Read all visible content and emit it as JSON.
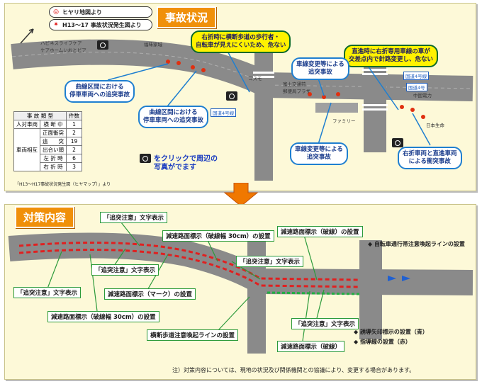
{
  "top": {
    "title": "事故状況",
    "legend": [
      {
        "label": "ヒヤリ地図より",
        "icon": "near-miss-icon"
      },
      {
        "label": "H13～17 事故状況発生図より",
        "icon": "accident-icon"
      }
    ],
    "places": {
      "mall": "ハピネスライフケア\nケアホームいおとピア",
      "shop1": "福味家城",
      "road_label": "国道4号",
      "plaza": "コスモ",
      "fuji": "富士交通前\n郵便局プラザ",
      "family": "ファミリー",
      "mitsubishi": "中国電力",
      "station": "日本生命",
      "sign1": "国道4号線",
      "sign2": "国道4号線",
      "sign3": "国道4号"
    },
    "callouts": [
      "右折時に横断歩道の歩行者・\n自転車が見えにくいため、危ない",
      "直進時に右折専用車線の車が\n交差点内で針路変更し、危ない",
      "曲線区間における\n停車車両への追突事故",
      "車線変更等による\n追突事故",
      "曲線区間における\n停車車両への追突事故",
      "車線変更等による\n追突事故",
      "右折車両と直進車両\nによる衝突事故"
    ],
    "table": {
      "header": [
        "事 故 類 型",
        "件数"
      ],
      "rows": [
        {
          "group": "人対車両",
          "type": "横 断 中",
          "count": "1"
        },
        {
          "group": "車両相互",
          "type": "正面衝突",
          "count": "2"
        },
        {
          "group": "",
          "type": "追　　突",
          "count": "19"
        },
        {
          "group": "",
          "type": "出合い頭",
          "count": "2"
        },
        {
          "group": "",
          "type": "左 折 時",
          "count": "6"
        },
        {
          "group": "",
          "type": "右 折 時",
          "count": "3"
        }
      ],
      "source": "「H13～H17事故状況発生図（ヒヤマップ）」より"
    },
    "camera_hint": "をクリックで周辺の\n写真がでます"
  },
  "bottom": {
    "title": "対策内容",
    "labels": [
      "「追突注意」文字表示",
      "減速路面標示（破線幅 30cm）の設置",
      "減速路面標示（破線）の設置",
      "「追突注意」文字表示",
      "「追突注意」文字表示",
      "「追突注意」文字表示",
      "減速路面標示（マーク）の設置",
      "減速路面標示（破線幅 30cm）の設置",
      "横断歩道注意喚起ラインの設置",
      "「追突注意」文字表示",
      "減速路面標示（破線）"
    ],
    "legend": [
      "自転車通行帯注意喚起ラインの設置",
      "誘導矢印標示の設置（青）",
      "指導線の設置（赤）"
    ],
    "note": "注）対策内容については、現地の状況及び関係機関との協議により、変更する場合があります。"
  },
  "colors": {
    "panel_bg": "#fdf9d8",
    "title_tab": "#f0900a",
    "road": "#8a8a8a",
    "callout_border": "#1f7fd0",
    "callout_yellow": "#fff200",
    "arrow": "#f07800"
  }
}
